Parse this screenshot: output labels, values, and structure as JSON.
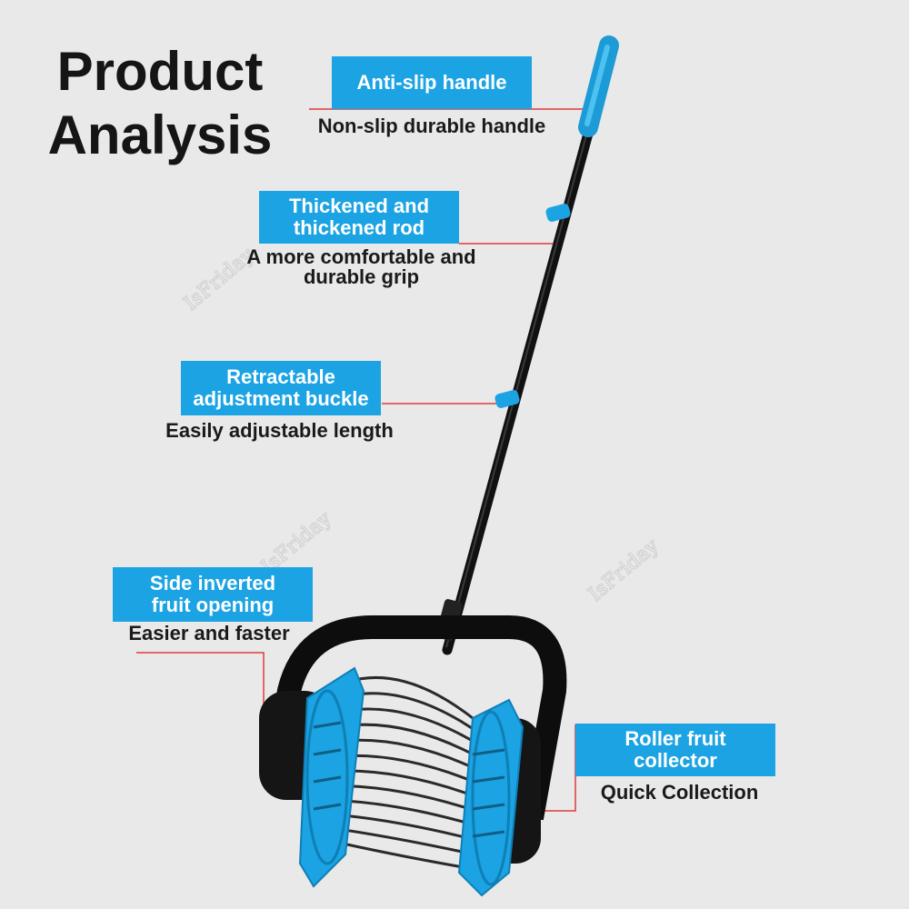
{
  "title": {
    "line1": "Product",
    "line2": "Analysis"
  },
  "watermark": "IsFriday",
  "colors": {
    "accent": "#1ba3e3",
    "callout_line": "#e03a3a",
    "background": "#e9e9e9",
    "rod": "#111111"
  },
  "callouts": [
    {
      "label_line1": "Anti-slip handle",
      "label_line2": "",
      "description_line1": "Non-slip durable handle",
      "description_line2": ""
    },
    {
      "label_line1": "Thickened and",
      "label_line2": "thickened rod",
      "description_line1": "A more comfortable and",
      "description_line2": "durable grip"
    },
    {
      "label_line1": "Retractable",
      "label_line2": "adjustment buckle",
      "description_line1": "Easily adjustable length",
      "description_line2": ""
    },
    {
      "label_line1": "Side inverted",
      "label_line2": "fruit opening",
      "description_line1": "Easier and faster",
      "description_line2": ""
    },
    {
      "label_line1": "Roller fruit",
      "label_line2": "collector",
      "description_line1": "Quick Collection",
      "description_line2": ""
    }
  ]
}
